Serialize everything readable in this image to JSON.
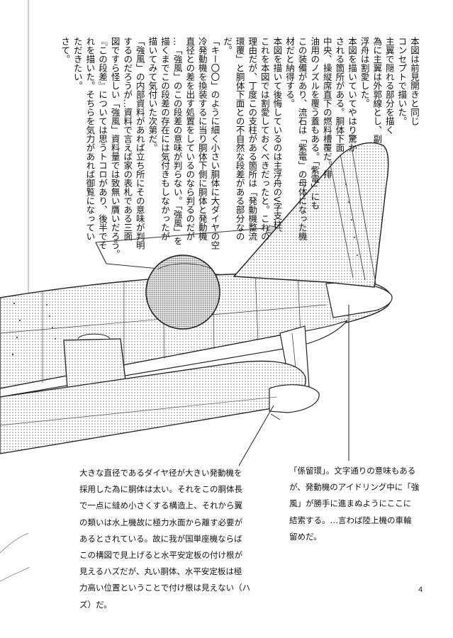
{
  "vertical_text": {
    "columns": [
      "本図は前見開きと同じ",
      "コンセプトで描いた。",
      "主翼で隠れる部分を描く",
      "為に主翼は外郭線とし、副",
      "浮舟は割愛した。",
      "本図を描いていてやはり驚か",
      "される箇所がある。胴体下面",
      "中央、操縦席直下の燃料槽覆だ。排",
      "油用のノズルを覆う蓋もある。「紫電」にも",
      "この装備があり、流石は「紫電」の母体になった機",
      "材だと納得する。",
      "本図を描いて後悔しているのは主浮舟のV字支柱、",
      "これを本図では割愛しておくべきだったと。これの",
      "理由だが、丁度この支柱がある箇所は「発動機整流",
      "環覆」と胴体下面との不自然な段差がある部分なの",
      "だ。",
      "「キー〇〇」のように細く小さい胴体に大ダイヤの空",
      "冷発動機を換装するに当り胴体下側に胴体と発動機",
      "直径との差を出す処置をしているのなら判るのだが",
      "…「強風」のこの段差の意味が判らない。「強風」を",
      "描くまでこの段差の存在には気付きもしなかったが",
      "描いてみて気付いた次第だ。",
      "「強風」の内部資料があれば立ち所にその意味が判明",
      "するのだろうが…資料で言えば家の表札である三面",
      "図ですら怪しい「強風」資料量では致無い贋いだろう。",
      "『この段差』については思うトコロがあり、後半でそ",
      "れを描いた。そちらを気力があれば御覧になってい",
      "ただきたい。",
      "さて。"
    ]
  },
  "captions": {
    "left": {
      "lines": [
        "大きな直径であるダイヤ径が大きい発動機を",
        "採用した為に胴体は太い。それをこの胴体長",
        "で一点に縫め小さくする構造上、それから翼",
        "の類いは水上機故に極力水面から離す必要が",
        "あるとされている。故に我が国単座機ならば",
        "この構図で見上げると水平安定板の付け根が",
        "見えるハズだが、丸い胴体、水平安定板は極",
        "力高い位置ということで付け根は見えない（ハ",
        "ズ）だ。"
      ]
    },
    "right": {
      "lines": [
        "「係留環」。文字通りの意味もある",
        "が、発動機のアイドリング中に「強",
        "風」が勝手に進まぬようにここに",
        "結索する。…言わば陸上機の車輪",
        "留めだ。"
      ]
    }
  },
  "page_number": "4",
  "colors": {
    "ink": "#222222",
    "tone": "#d2d2d2",
    "tone_dark": "#b9b9b9"
  }
}
